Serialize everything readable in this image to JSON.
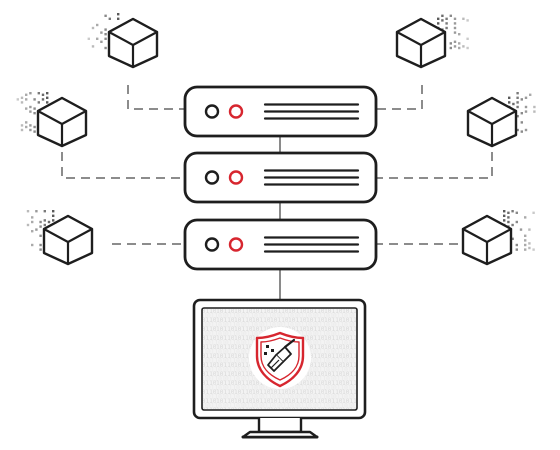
{
  "colors": {
    "stroke": "#1e1e1e",
    "accent": "#d7262f",
    "connector": "#8a8a8a",
    "connector_dash": "#8c8c8c",
    "pixel": "#9a9a9a",
    "screen_bg": "#f3f3f3",
    "screen_digits": "#d9d9d9",
    "background": "#ffffff"
  },
  "servers": [
    {
      "name": "server-top"
    },
    {
      "name": "server-middle"
    },
    {
      "name": "server-bottom"
    }
  ],
  "cubes": [
    {
      "name": "cube-top-left"
    },
    {
      "name": "cube-mid-left"
    },
    {
      "name": "cube-bottom-left"
    },
    {
      "name": "cube-top-right"
    },
    {
      "name": "cube-mid-right"
    },
    {
      "name": "cube-bottom-right"
    }
  ],
  "monitor": {
    "screen_pattern": "binary-digits",
    "emblem_icon": "shield-broom-icon"
  }
}
